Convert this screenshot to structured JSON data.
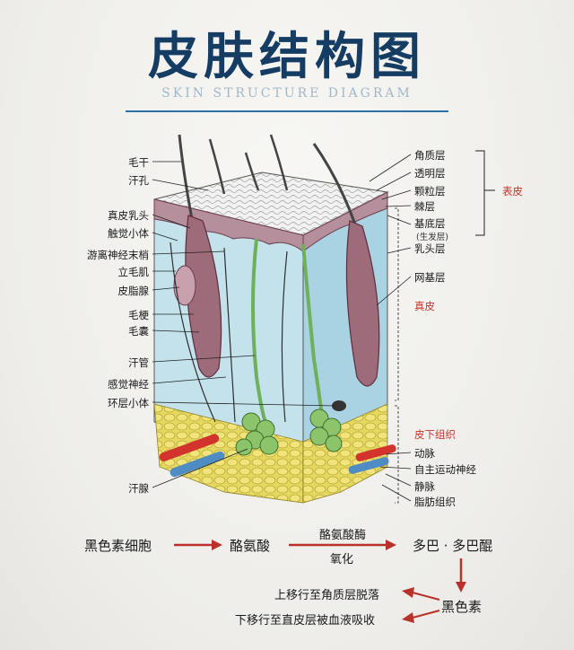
{
  "title": "皮肤结构图",
  "subtitle": "SKIN STRUCTURE DIAGRAM",
  "left_labels": [
    "毛干",
    "汗孔",
    "真皮乳头",
    "触觉小体",
    "游离神经末梢",
    "立毛肌",
    "皮脂腺",
    "毛梗",
    "毛囊",
    "汗管",
    "感觉神经",
    "环层小体",
    "汗腺"
  ],
  "right_labels": {
    "jiaozhi": "角质层",
    "touming": "透明层",
    "keli": "颗粒层",
    "ji": "棘层",
    "jidi": "基底层",
    "shengfa": "(生发层)",
    "rutou": "乳头层",
    "wangji": "网基层",
    "dongmai": "动脉",
    "zizhu": "自主运动神经",
    "jingmai": "静脉",
    "zhifang": "脂肪组织"
  },
  "group_labels": {
    "biaopi": "表皮",
    "zhenpi": "真皮",
    "pixia": "皮下组织"
  },
  "flow": {
    "step1": "黑色素细胞",
    "step2": "酪氨酸",
    "enzyme": "酪氨酸酶",
    "oxidation": "氧化",
    "step3": "多巴 · 多巴醌",
    "result": "黑色素",
    "up": "上移行至角质层脱落",
    "down": "下移行至直皮层被血液吸收"
  },
  "colors": {
    "title": "#153c63",
    "accent_red": "#c9332d",
    "dermis": "#bfe0ea",
    "fat": "#e8dc6a",
    "gland": "#8cc46b"
  }
}
